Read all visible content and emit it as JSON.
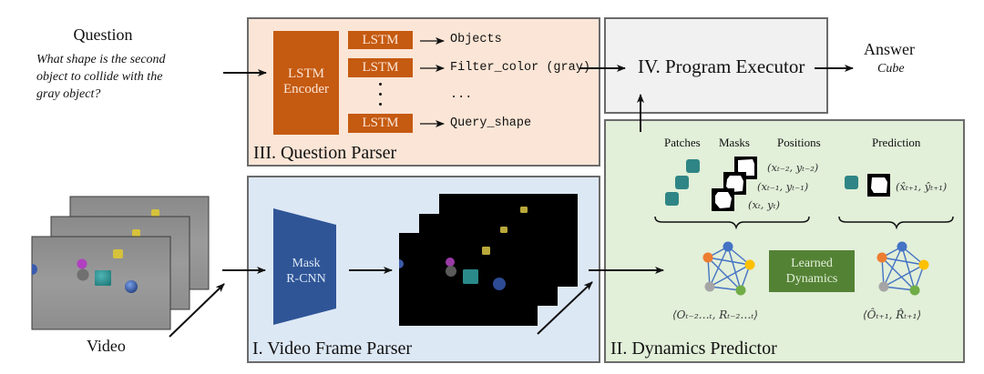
{
  "question": {
    "title": "Question",
    "text_lines": [
      "What shape is the second",
      "object to collide with the",
      "gray object?"
    ]
  },
  "answer": {
    "title": "Answer",
    "value": "Cube"
  },
  "video": {
    "label": "Video"
  },
  "question_parser": {
    "section_label": "III. Question Parser",
    "encoder_lines": [
      "LSTM",
      "Encoder"
    ],
    "lstm_label": "LSTM",
    "outputs": [
      "Objects",
      "Filter_color (gray)",
      "...",
      "Query_shape"
    ]
  },
  "video_frame_parser": {
    "section_label": "I. Video Frame Parser",
    "network_lines": [
      "Mask",
      "R-CNN"
    ]
  },
  "program_executor": {
    "section_label": "IV. Program Executor"
  },
  "dynamics_predictor": {
    "section_label": "II. Dynamics Predictor",
    "headers": {
      "patches": "Patches",
      "masks": "Masks",
      "positions": "Positions",
      "prediction": "Prediction"
    },
    "positions": [
      "(xₜ₋₂, yₜ₋₂)",
      "(xₜ₋₁, yₜ₋₁)",
      "(xₜ, yₜ)"
    ],
    "predicted_position": "(x̂ₜ₊₁, ŷₜ₊₁)",
    "learned_dynamics_lines": [
      "Learned",
      "Dynamics"
    ],
    "graph_input_label": "⟨Oₜ₋₂…ₜ, Rₜ₋₂…ₜ⟩",
    "graph_output_label": "⟨Ôₜ₊₁, R̂ₜ₊₁⟩"
  },
  "colors": {
    "question_parser_bg": "#fbe5d6",
    "lstm_orange": "#c55a11",
    "video_parser_bg": "#dde8f5",
    "mask_rcnn_blue": "#2f5597",
    "program_executor_bg": "#f1f1f1",
    "dynamics_bg": "#e2efd9",
    "learned_dynamics_green": "#548235",
    "graph_edge_blue": "#4472c4",
    "node_orange": "#ed7d31",
    "node_blue": "#4472c4",
    "node_yellow": "#ffc000",
    "node_green": "#70ad47",
    "node_gray": "#a5a5a5",
    "cube_teal": "#2e8b8b"
  }
}
